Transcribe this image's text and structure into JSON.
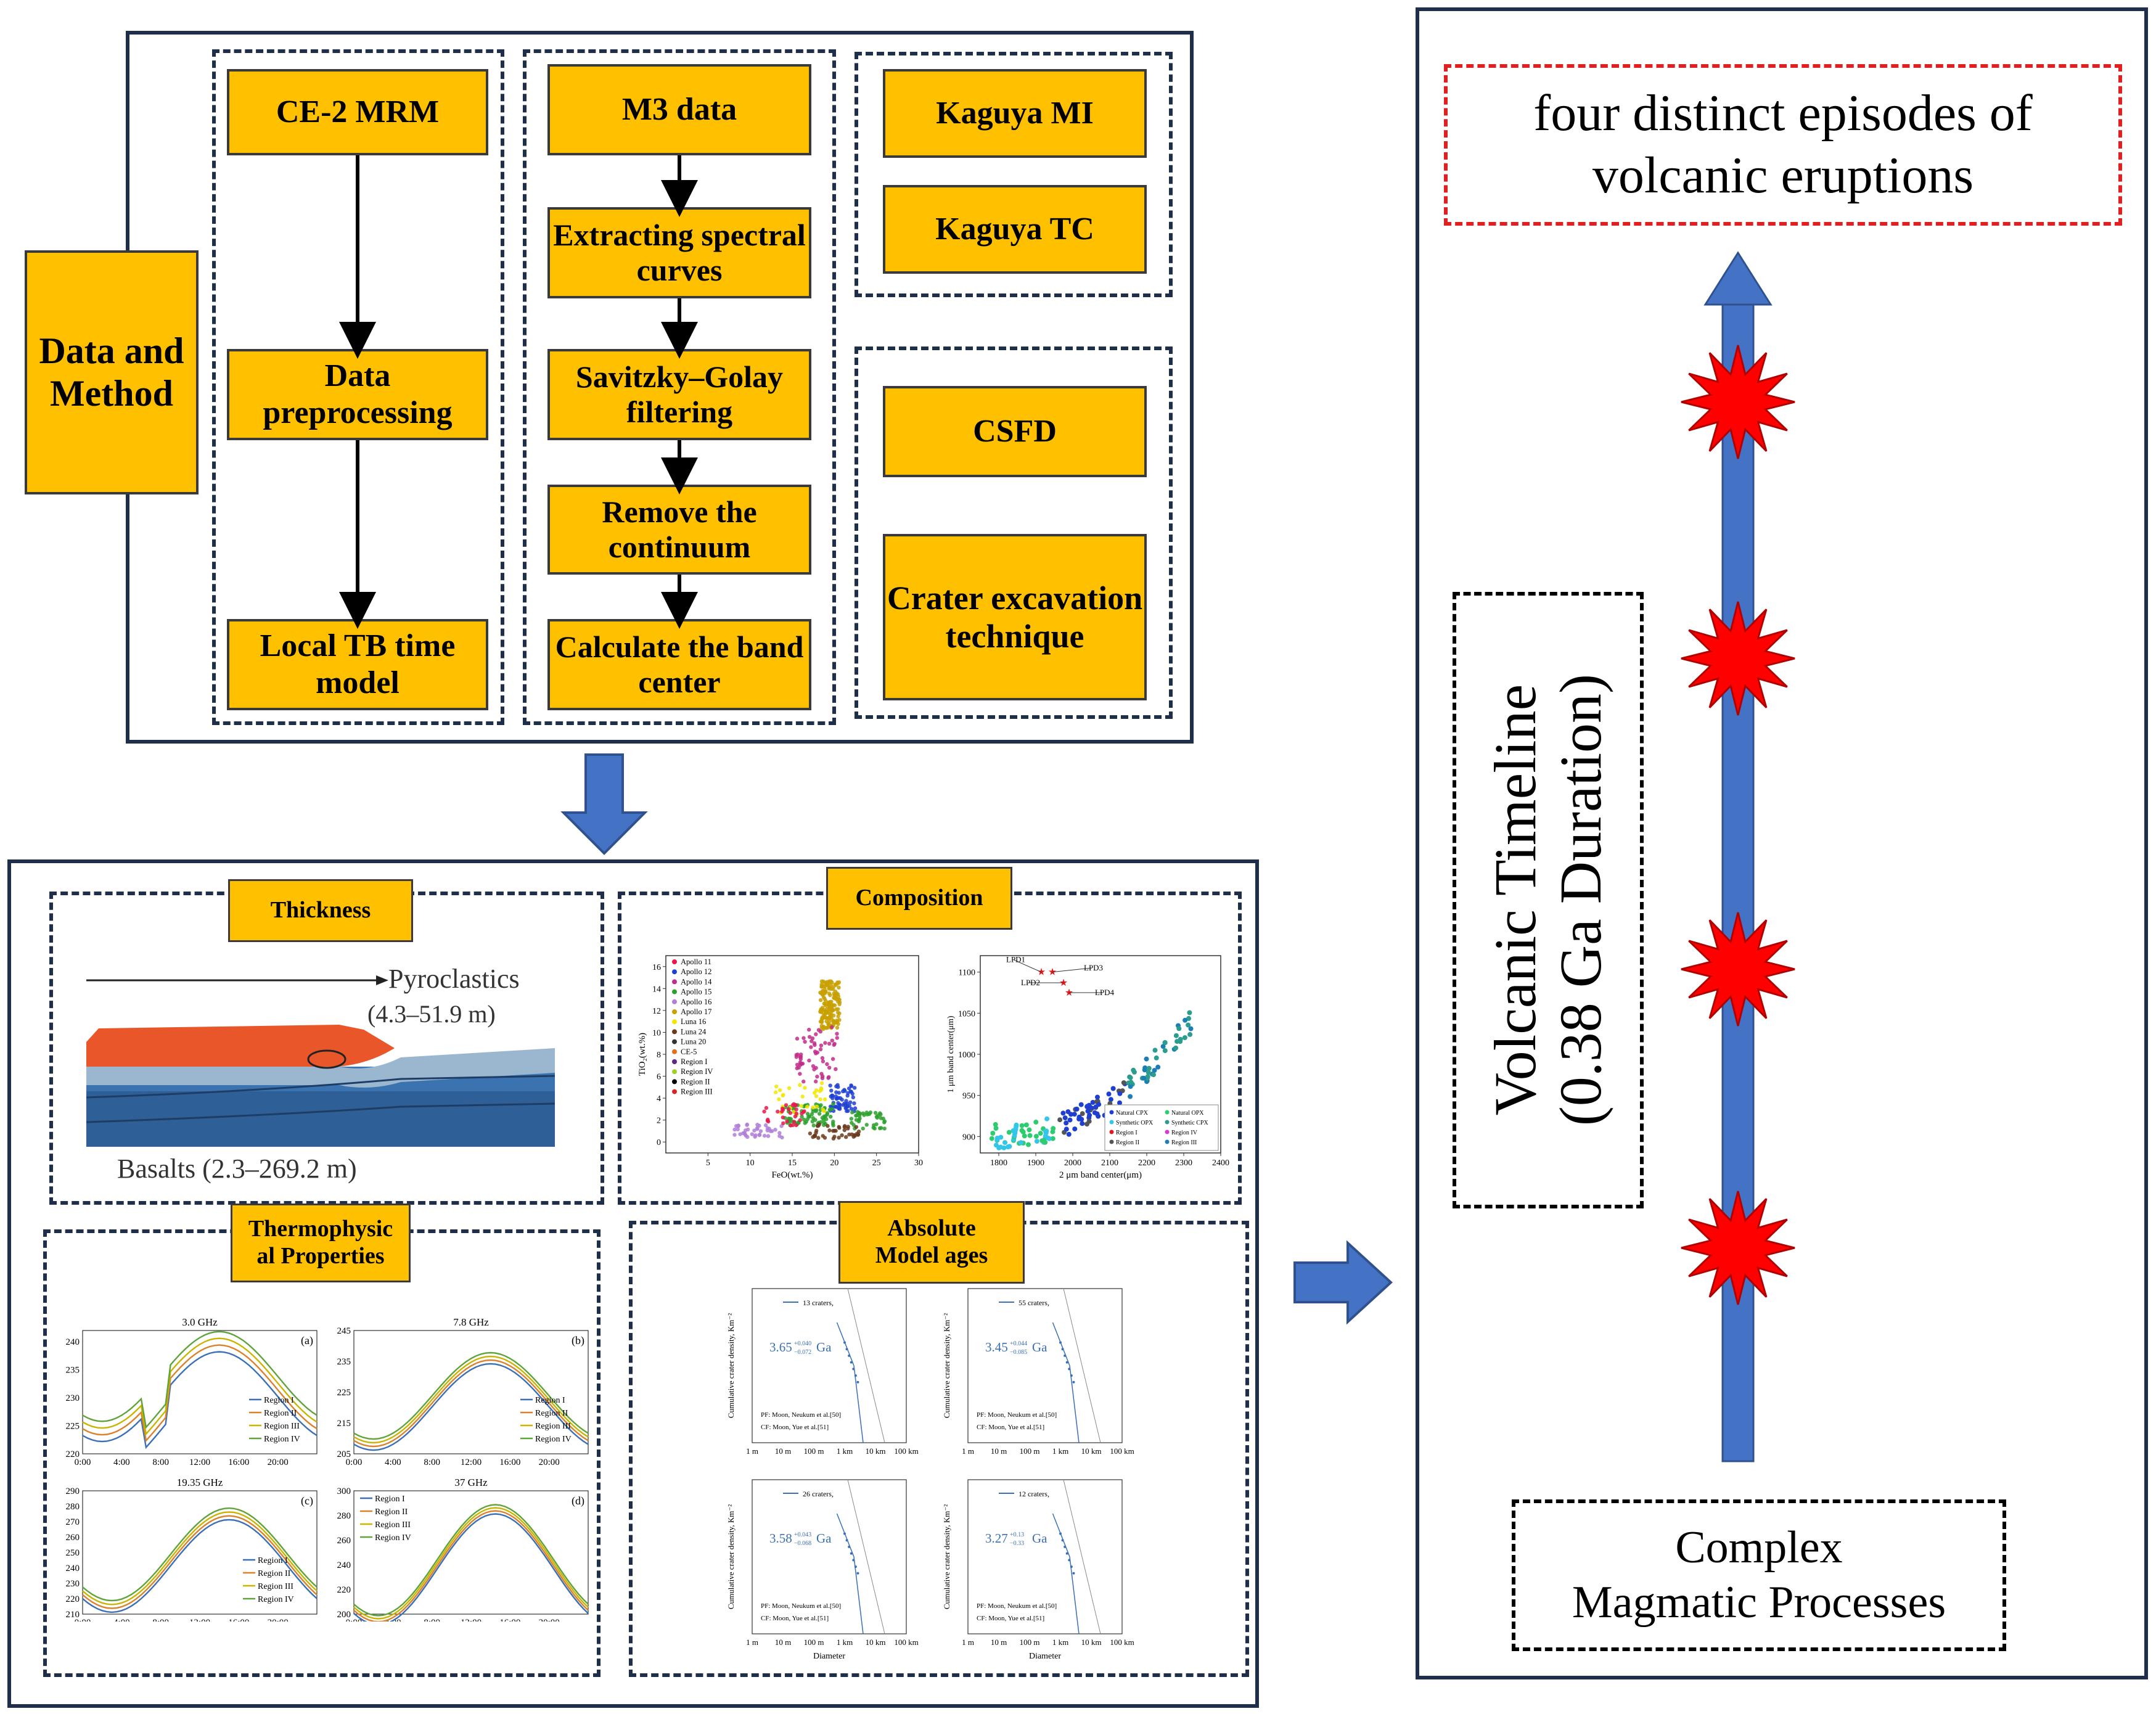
{
  "method": {
    "main_label": "Data and Method",
    "mrm_column": [
      "CE-2 MRM",
      "Data preprocessing",
      "Local TB time model"
    ],
    "m3_column": [
      "M3 data",
      "Extracting spectral curves",
      "Savitzky–Golay filtering",
      "Remove the continuum",
      "Calculate the band center"
    ],
    "kaguya": [
      "Kaguya MI",
      "Kaguya TC"
    ],
    "csfd": [
      "CSFD",
      "Crater excavation technique"
    ]
  },
  "results": {
    "thickness": {
      "title": "Thickness",
      "pyroclastics": "Pyroclastics",
      "pyro_range": "(4.3–51.9 m)",
      "basalts": "Basalts (2.3–269.2 m)"
    },
    "composition": {
      "title": "Composition",
      "left": {
        "ylabel": "TiO₂(wt.%)",
        "xlabel": "FeO(wt.%)",
        "xticks": [
          "5",
          "10",
          "15",
          "20",
          "25",
          "30"
        ],
        "yticks": [
          "0",
          "2",
          "4",
          "6",
          "8",
          "10",
          "12",
          "14",
          "16"
        ],
        "legend": [
          "Apollo 11",
          "Apollo 12",
          "Apollo 14",
          "Apollo 15",
          "Apollo 16",
          "Apollo 17",
          "Luna 16",
          "Luna 24",
          "Luna 20",
          "CE-5",
          "Region I",
          "Region IV",
          "Region II",
          "Region III"
        ],
        "legend_colors": [
          "#e6194b",
          "#1f3fd1",
          "#c12d8a",
          "#2ca02c",
          "#b07fd8",
          "#c8a000",
          "#f2e600",
          "#6b3a1c",
          "#333333",
          "#e0701d",
          "#5b2a86",
          "#9bd12a",
          "#000000",
          "#d62728"
        ]
      },
      "right": {
        "ylabel": "1 μm band center(μm)",
        "xlabel": "2 μm band center(μm)",
        "xticks": [
          "1800",
          "1900",
          "2000",
          "2100",
          "2200",
          "2300",
          "2400"
        ],
        "yticks": [
          "900",
          "950",
          "1000",
          "1050",
          "1100"
        ],
        "annotations": [
          "LPD1",
          "LPD2",
          "LPD3",
          "LPD4"
        ],
        "legend": [
          "Natural CPX",
          "Natural OPX",
          "Synthetic OPX",
          "Synthetic CPX",
          "Region I",
          "Region IV",
          "Region II",
          "Region III"
        ]
      }
    },
    "thermo": {
      "title": "Thermophysical Properties",
      "title_line1": "Thermophysic",
      "title_line2": "al Properties",
      "panels": [
        {
          "freq": "3.0 GHz",
          "tag": "(a)",
          "yticks": [
            "240",
            "235",
            "230",
            "225",
            "220"
          ]
        },
        {
          "freq": "7.8 GHz",
          "tag": "(b)",
          "yticks": [
            "245",
            "235",
            "225",
            "215",
            "205"
          ]
        },
        {
          "freq": "19.35 GHz",
          "tag": "(c)",
          "yticks": [
            "290",
            "280",
            "270",
            "260",
            "250",
            "240",
            "230",
            "220",
            "210"
          ]
        },
        {
          "freq": "37 GHz",
          "tag": "(d)",
          "yticks": [
            "300",
            "280",
            "260",
            "240",
            "220",
            "200"
          ]
        }
      ],
      "xticks": [
        "0:00",
        "4:00",
        "8:00",
        "12:00",
        "16:00",
        "20:00"
      ],
      "legend": [
        "Region I",
        "Region II",
        "Region III",
        "Region IV"
      ],
      "legend_colors": [
        "#3b6fb6",
        "#d9822b",
        "#c9b400",
        "#5fa33a"
      ]
    },
    "ages": {
      "title": "Absolute Model ages",
      "title_line1": "Absolute",
      "title_line2": "Model ages",
      "ylabel": "Cumulative crater density, Km⁻²",
      "xlabel": "Diameter",
      "xticks": [
        "1 m",
        "10 m",
        "100 m",
        "1 km",
        "10 km",
        "100 km"
      ],
      "pf_note": "PF: Moon, Neukum et al.[50]",
      "cf_note": "CF: Moon, Yue et al.[51]",
      "panels": [
        {
          "craters": "13 craters,",
          "age": "3.65",
          "plus": "+0.040",
          "minus": "−0.072",
          "unit": "Ga"
        },
        {
          "craters": "55 craters,",
          "age": "3.45",
          "plus": "+0.044",
          "minus": "−0.085",
          "unit": "Ga"
        },
        {
          "craters": "26 craters,",
          "age": "3.58",
          "plus": "+0.043",
          "minus": "−0.068",
          "unit": "Ga"
        },
        {
          "craters": "12 craters,",
          "age": "3.27",
          "plus": "+0.13",
          "minus": "−0.33",
          "unit": "Ga"
        }
      ]
    }
  },
  "timeline": {
    "conclusion": "four distinct episodes of volcanic eruptions",
    "conclusion_line1": "four distinct episodes of",
    "conclusion_line2": "volcanic eruptions",
    "axis_title_line1": "Volcanic Timeline",
    "axis_title_line2": "(0.38 Ga Duration)",
    "bottom_line1": "Complex",
    "bottom_line2": "Magmatic Processes"
  },
  "colors": {
    "box_fill": "#ffc000",
    "frame": "#1f2f4a",
    "arrow": "#4472c4",
    "burst": "#ff0000",
    "conclusion_border": "#e02020"
  }
}
